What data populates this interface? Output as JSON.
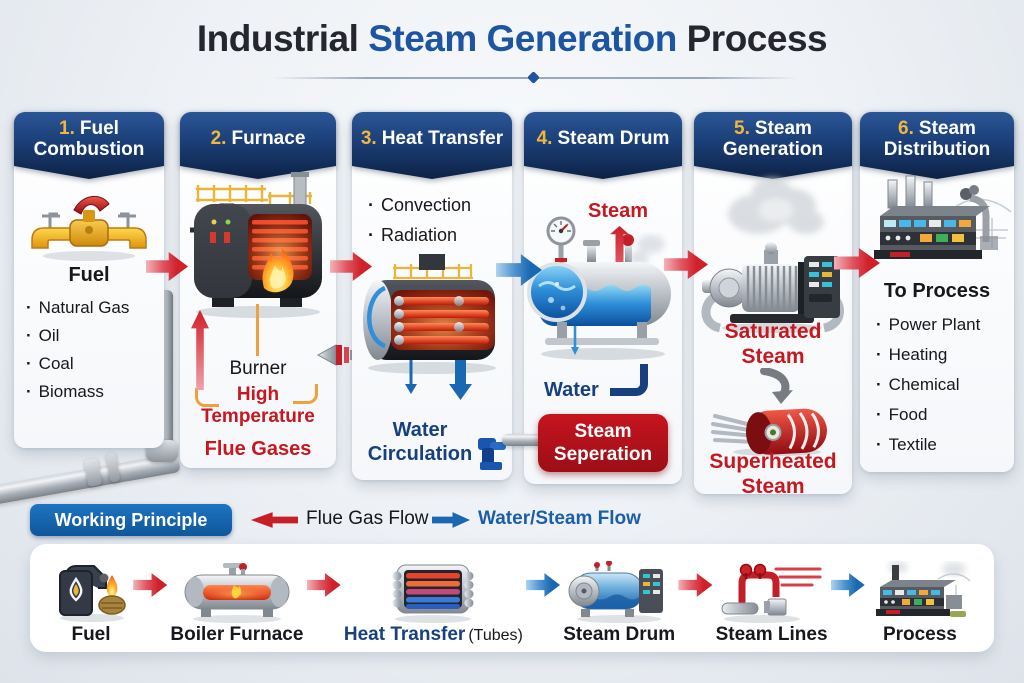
{
  "title": {
    "part1": "Industrial",
    "highlight": "Steam Generation",
    "part2": "Process"
  },
  "panels": [
    {
      "number": "1.",
      "title": "Fuel Combustion",
      "heading": "Fuel",
      "items": [
        "Natural Gas",
        "Oil",
        "Coal",
        "Biomass"
      ]
    },
    {
      "number": "2.",
      "title": "Furnace",
      "burner": "Burner",
      "flue1": "High Temperature",
      "flue2": "Flue Gases"
    },
    {
      "number": "3.",
      "title": "Heat Transfer",
      "items": [
        "Convection",
        "Radiation"
      ],
      "water": "Water Circulation"
    },
    {
      "number": "4.",
      "title": "Steam Drum",
      "steam": "Steam",
      "water": "Water",
      "badge": "Steam Seperation"
    },
    {
      "number": "5.",
      "title": "Steam Generation",
      "label_top": "Saturated Steam",
      "label_bottom": "Superheated Steam"
    },
    {
      "number": "6.",
      "title": "Steam Distribution",
      "heading": "To Process",
      "items": [
        "Power Plant",
        "Heating",
        "Chemical",
        "Food",
        "Textile"
      ]
    }
  ],
  "legend": {
    "button": "Working Principle",
    "flue": "Flue Gas Flow",
    "water": "Water/Steam Flow"
  },
  "bottom_row": [
    {
      "label": "Fuel"
    },
    {
      "label": "Boiler Furnace"
    },
    {
      "label": "Heat Transfer",
      "suffix": "(Tubes)"
    },
    {
      "label": "Steam Drum"
    },
    {
      "label": "Steam Lines"
    },
    {
      "label": "Process"
    }
  ],
  "icons": {
    "valve": "fuel-valve",
    "furnace": "furnace-boiler",
    "boiler_tubes": "heat-transfer-boiler",
    "drum": "steam-drum-vessel",
    "turbine": "steam-generator-turbine",
    "superheater": "superheater-coil",
    "factory": "distribution-factory",
    "arrow_red": "red-flow-arrow",
    "arrow_blue": "blue-flow-arrow"
  },
  "colors": {
    "flue_red": "#d0202a",
    "water_blue": "#1a68b2",
    "banner_navy": "#15356b",
    "number_gold": "#f2b63c",
    "text_red": "#c5181f",
    "text_navy": "#17407e",
    "title_blue": "#1d55a3"
  }
}
